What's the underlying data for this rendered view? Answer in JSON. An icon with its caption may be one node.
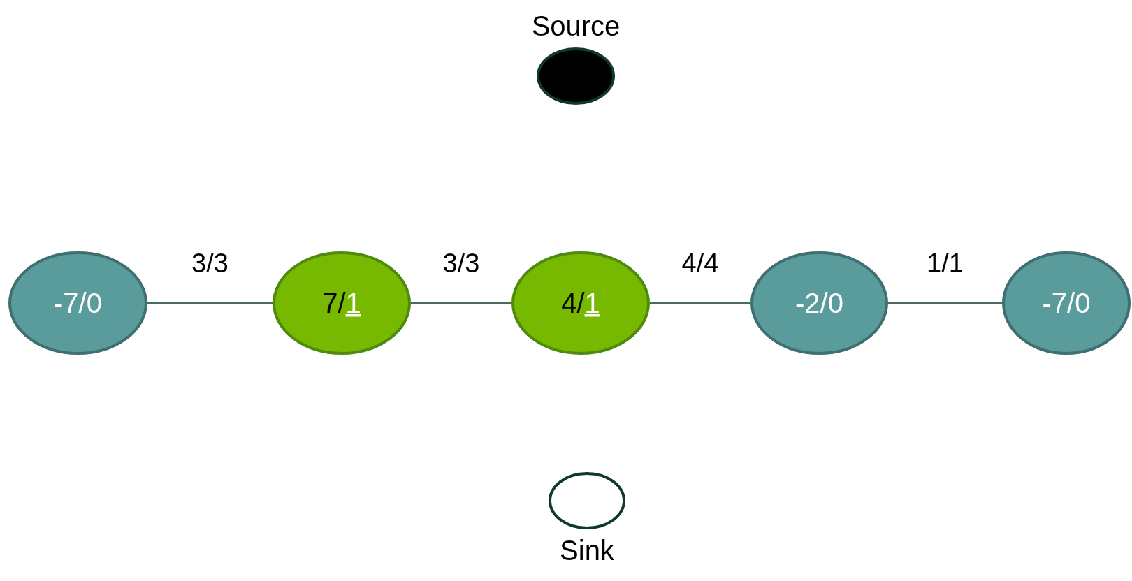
{
  "diagram": {
    "nodes": [
      {
        "text": [
          "Source"
        ]
      },
      {
        "text": [
          "-7/0"
        ]
      },
      {
        "text": [
          "7/1"
        ]
      },
      {
        "text": [
          "4/1"
        ]
      },
      {
        "text": [
          "-2/0"
        ]
      },
      {
        "text": [
          "-7/0"
        ]
      },
      {
        "text": [
          "Sink"
        ]
      }
    ],
    "edges": [
      {
        "from": 1,
        "to": 2,
        "arrow": "none",
        "label": "3/3"
      },
      {
        "from": 2,
        "to": 3,
        "arrow": "none",
        "label": "3/3"
      },
      {
        "from": 3,
        "to": 4,
        "arrow": "none",
        "label": "4/4"
      },
      {
        "from": 4,
        "to": 5,
        "arrow": "none",
        "label": "1/1"
      }
    ]
  }
}
